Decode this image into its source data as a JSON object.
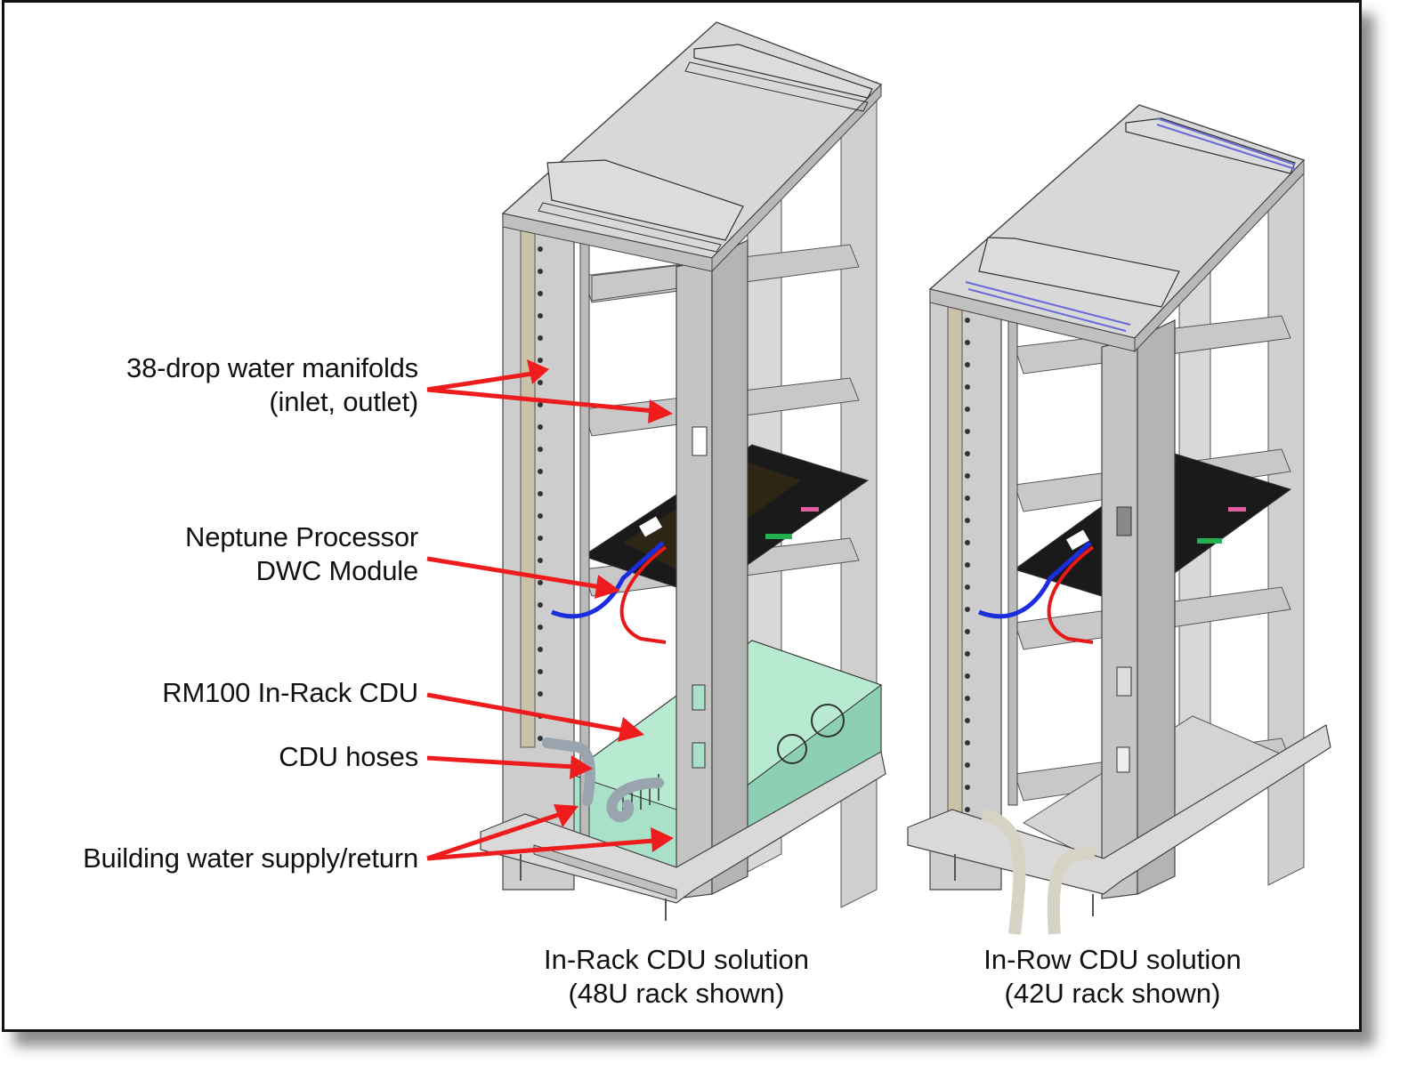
{
  "figure": {
    "callouts": [
      {
        "id": "manifolds",
        "lines": [
          "38-drop water manifolds",
          "(inlet, outlet)"
        ]
      },
      {
        "id": "neptune",
        "lines": [
          "Neptune Processor",
          "DWC Module"
        ]
      },
      {
        "id": "cdu",
        "lines": [
          "RM100 In-Rack CDU"
        ]
      },
      {
        "id": "hoses",
        "lines": [
          "CDU hoses"
        ]
      },
      {
        "id": "building",
        "lines": [
          "Building water supply/return"
        ]
      }
    ],
    "captions": [
      {
        "id": "in-rack",
        "lines": [
          "In-Rack CDU solution",
          "(48U rack shown)"
        ]
      },
      {
        "id": "in-row",
        "lines": [
          "In-Row CDU solution",
          "(42U rack shown)"
        ]
      }
    ],
    "colors": {
      "arrow": "#ee1c1c",
      "rack_metal": "#d4d4d4",
      "rack_dark": "#a8a8a8",
      "cdu_green": "#a8e0c8",
      "hose_blue": "#1a2ee0",
      "hose_red": "#e81818",
      "manifold_tan": "#c9c2a8",
      "lid_stripe": "#6a6ad8"
    }
  }
}
